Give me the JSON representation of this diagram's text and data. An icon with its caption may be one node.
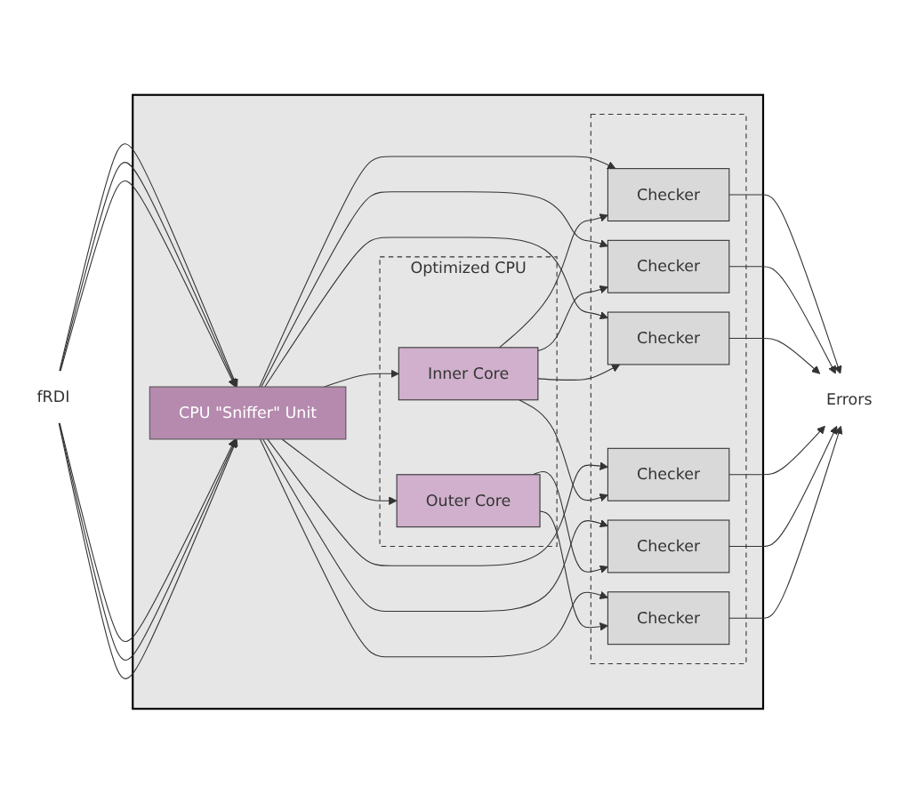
{
  "diagram": {
    "nodes": [
      {
        "text": [],
        "shape": "box"
      },
      {
        "text": [
          "CPU \"Sniffer\" Unit"
        ],
        "in": 0
      },
      {
        "text": [],
        "shape": "box",
        "in": 0
      },
      {
        "text": [
          "Checker"
        ],
        "in": 2
      },
      {
        "text": [
          "Checker"
        ],
        "in": 2
      },
      {
        "text": [
          "Checker"
        ],
        "in": 2
      },
      {
        "text": [
          "Checker"
        ],
        "in": 2
      },
      {
        "text": [
          "Checker"
        ],
        "in": 2
      },
      {
        "text": [
          "Checker"
        ],
        "in": 2
      },
      {
        "text": [
          "Optimized CPU"
        ],
        "in": 0
      },
      {
        "text": [
          "Inner Core"
        ],
        "in": 9
      },
      {
        "text": [
          "Outer Core"
        ],
        "in": 9
      },
      {
        "text": [
          "fRDI"
        ]
      },
      {
        "text": [
          "Errors"
        ]
      }
    ],
    "edges": [
      {
        "from": 12,
        "to": 1,
        "arrow": "to"
      },
      {
        "from": 12,
        "to": 1,
        "arrow": "to"
      },
      {
        "from": 12,
        "to": 1,
        "arrow": "to"
      },
      {
        "from": 12,
        "to": 1,
        "arrow": "to"
      },
      {
        "from": 12,
        "to": 1,
        "arrow": "to"
      },
      {
        "from": 12,
        "to": 1,
        "arrow": "to"
      },
      {
        "from": 1,
        "to": 3,
        "arrow": "to"
      },
      {
        "from": 1,
        "to": 4,
        "arrow": "to"
      },
      {
        "from": 1,
        "to": 5,
        "arrow": "to"
      },
      {
        "from": 1,
        "to": 6,
        "arrow": "to"
      },
      {
        "from": 1,
        "to": 7,
        "arrow": "to"
      },
      {
        "from": 1,
        "to": 8,
        "arrow": "to"
      },
      {
        "from": 10,
        "to": 3,
        "arrow": "to"
      },
      {
        "from": 10,
        "to": 4,
        "arrow": "to"
      },
      {
        "from": 10,
        "to": 5,
        "arrow": "to"
      },
      {
        "from": 10,
        "to": 6,
        "arrow": "to"
      },
      {
        "from": 11,
        "to": 7,
        "arrow": "to"
      },
      {
        "from": 11,
        "to": 8,
        "arrow": "to"
      },
      {
        "from": 1,
        "to": 10,
        "arrow": "to"
      },
      {
        "from": 1,
        "to": 11,
        "arrow": "to"
      },
      {
        "from": 3,
        "to": 13,
        "arrow": "to"
      },
      {
        "from": 4,
        "to": 13,
        "arrow": "to"
      },
      {
        "from": 5,
        "to": 13,
        "arrow": "to"
      },
      {
        "from": 6,
        "to": 13,
        "arrow": "to"
      },
      {
        "from": 7,
        "to": 13,
        "arrow": "to"
      },
      {
        "from": 8,
        "to": 13,
        "arrow": "to"
      }
    ]
  }
}
